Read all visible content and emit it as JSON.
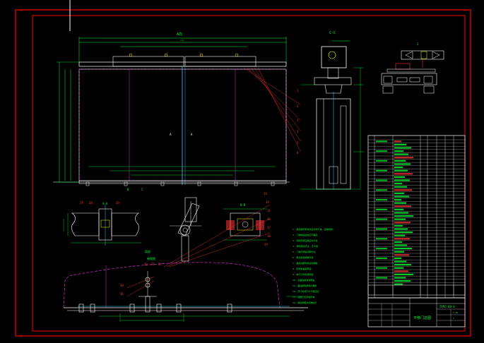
{
  "drawing": {
    "colors": {
      "background": "#000000",
      "frame": "#ff0000",
      "outline": "#ffffff",
      "dimension": "#00ff33",
      "hidden": "#cc33cc",
      "centerline": "#33ccff",
      "accent": "#ffff00"
    },
    "title_block": {
      "drawing_no": "ZYMJ-00-0",
      "scale_label": "1:10",
      "sheet_label": "1",
      "name": "平移门总图"
    },
    "views": {
      "front": {
        "label": "A向"
      },
      "side": {
        "label": "C-C"
      },
      "plan": {
        "label": "俯视图"
      },
      "detail_top": {
        "label": "I"
      },
      "section_aa": {
        "label": "A-A"
      },
      "section_bb": {
        "label": "B-B"
      },
      "swing_arm": {
        "label": "局部"
      }
    },
    "tech_notes": {
      "items": [
        "1. 装配前所有零件应清洗干净, 去除毛刺",
        "2. 门体焊接后校正平面度",
        "3. 导轨安装应保证水平度",
        "4. 滑轮转动灵活, 无卡滞",
        "5. 门体与导轨间隙均匀",
        "6. 限位装置调整可靠",
        "7. 各运动部件加注润滑脂",
        "8. 密封条粘接牢固",
        "9. 电气元件安装牢固",
        "10. 表面涂防锈漆两遍",
        "11. 面漆颜色按用户要求",
        "12. 开门时间不大于规定值",
        "13. 试运行无异常声响",
        "14. 其余按相关标准执行"
      ]
    }
  }
}
